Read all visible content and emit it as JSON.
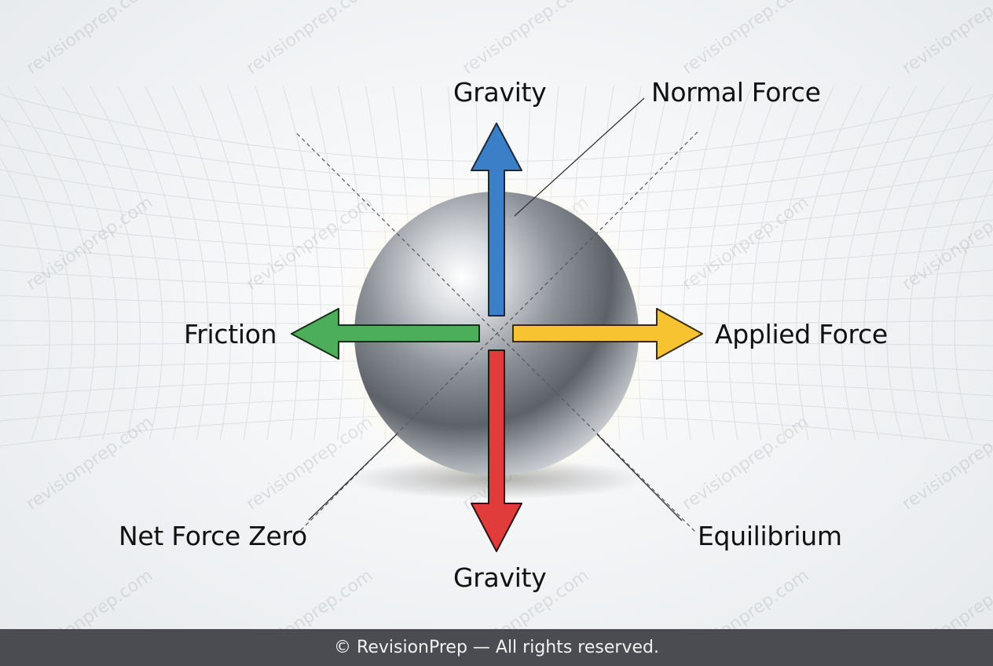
{
  "labels": {
    "gravity_top": "Gravity",
    "normal_force": "Normal Force",
    "friction": "Friction",
    "applied_force": "Applied Force",
    "net_force_zero": "Net Force Zero",
    "equilibrium": "Equilibrium",
    "gravity_bottom": "Gravity"
  },
  "watermark": "revisionprep.com",
  "footer": "© RevisionPrep — All rights reserved.",
  "colors": {
    "up_arrow": "#3a7fc7",
    "down_arrow": "#e03c3c",
    "left_arrow": "#4cae5a",
    "right_arrow": "#f7c331"
  }
}
